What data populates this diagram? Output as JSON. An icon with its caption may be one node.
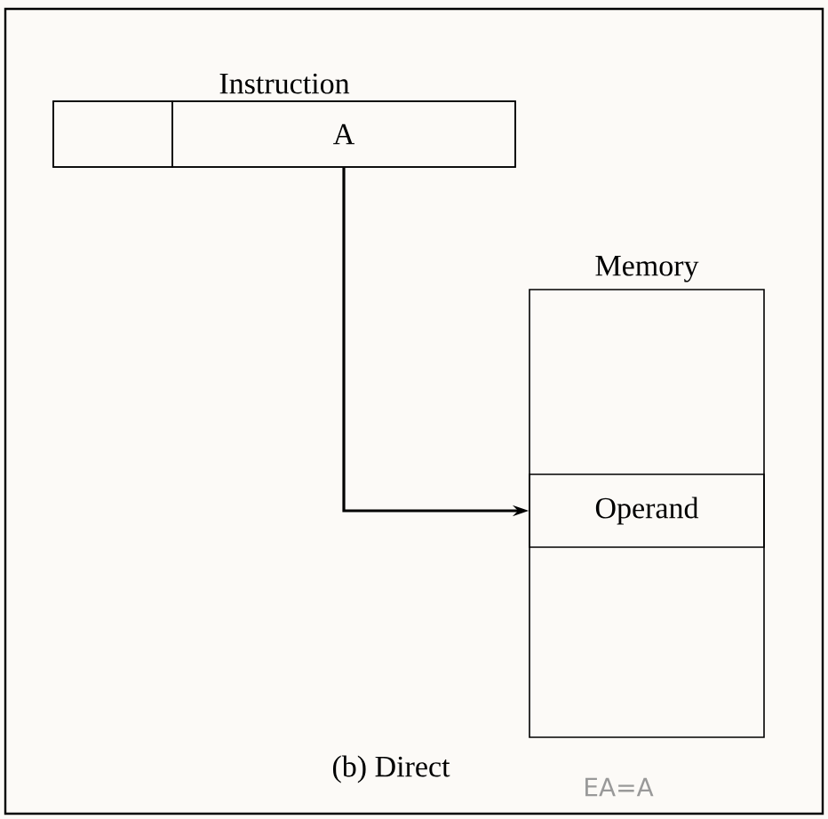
{
  "diagram": {
    "caption": "(b) Direct",
    "nodes": [
      {
        "text": [
          "Instruction"
        ]
      },
      {
        "text": [],
        "shape": "box",
        "in": 0
      },
      {
        "text": [
          "A"
        ],
        "in": 0
      },
      {
        "text": [
          "Memory"
        ]
      },
      {
        "text": [
          "Operand"
        ],
        "in": 3
      }
    ],
    "edges": [
      {
        "from": 2,
        "to": 4,
        "arrow": "to"
      }
    ],
    "labels": [
      "EA=A"
    ]
  }
}
